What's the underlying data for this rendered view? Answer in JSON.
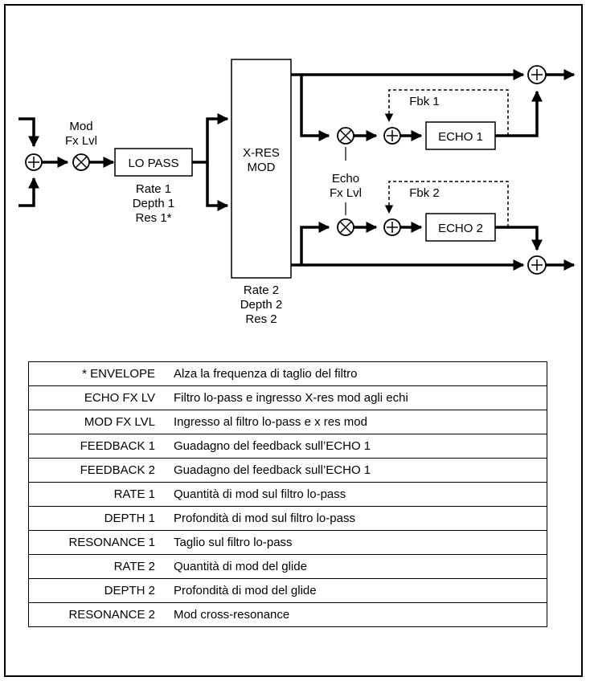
{
  "diagram": {
    "mod_fx_lvl": [
      "Mod",
      "Fx Lvl"
    ],
    "lo_pass": "LO PASS",
    "lo_pass_params": [
      "Rate 1",
      "Depth 1",
      "Res 1*"
    ],
    "xres_mod": [
      "X-RES",
      "MOD"
    ],
    "xres_params": [
      "Rate 2",
      "Depth 2",
      "Res 2"
    ],
    "echo_fx_lvl": [
      "Echo",
      "Fx Lvl"
    ],
    "echo1": "ECHO 1",
    "echo2": "ECHO 2",
    "fbk1": "Fbk 1",
    "fbk2": "Fbk 2"
  },
  "table": [
    {
      "key": "* ENVELOPE",
      "desc": "Alza la frequenza di taglio del filtro"
    },
    {
      "key": "ECHO FX LV",
      "desc": "Filtro lo-pass e  ingresso X-res mod agli echi"
    },
    {
      "key": "MOD FX LVL",
      "desc": "Ingresso al filtro lo-pass e x res mod"
    },
    {
      "key": "FEEDBACK 1",
      "desc": "Guadagno del feedback  sull’ECHO 1"
    },
    {
      "key": "FEEDBACK  2",
      "desc": "Guadagno del feedback sull’ECHO 1"
    },
    {
      "key": "RATE 1",
      "desc": "Quantità di mod sul filtro lo-pass"
    },
    {
      "key": "DEPTH  1",
      "desc": "Profondità di mod  sul filtro lo-pass"
    },
    {
      "key": "RESONANCE 1",
      "desc": "Taglio sul filtro lo-pass"
    },
    {
      "key": "RATE 2",
      "desc": "Quantità di mod del glide"
    },
    {
      "key": "DEPTH  2",
      "desc": "Profondità di mod del  glide"
    },
    {
      "key": "RESONANCE 2",
      "desc": "Mod cross-resonance"
    }
  ]
}
